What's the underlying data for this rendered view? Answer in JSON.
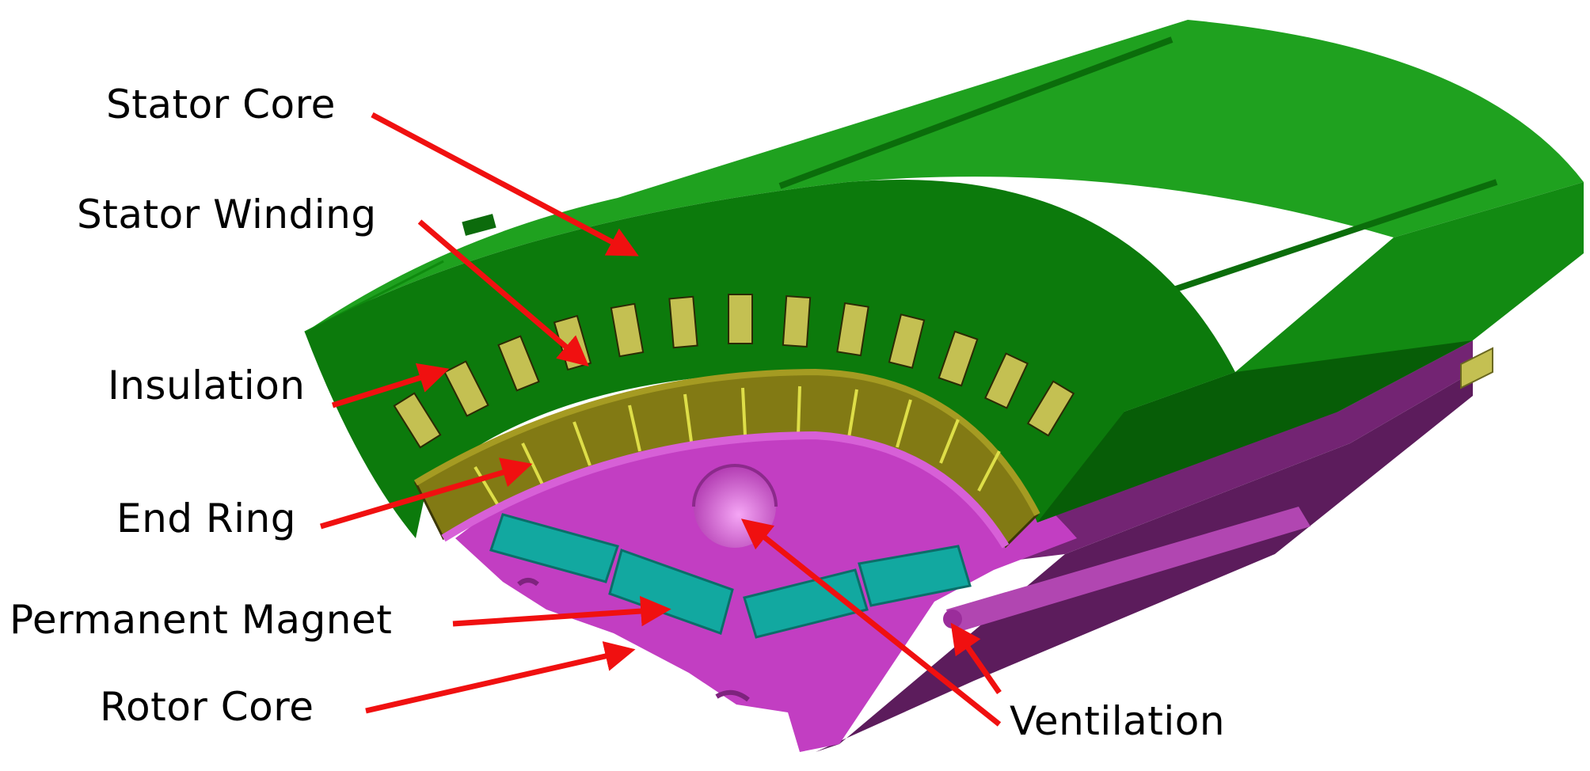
{
  "labels": {
    "stator_core": "Stator Core",
    "stator_winding": "Stator Winding",
    "insulation": "Insulation",
    "end_ring": "End Ring",
    "permanent_magnet": "Permanent Magnet",
    "rotor_core": "Rotor Core",
    "ventilation": "Ventilation"
  },
  "colors": {
    "stator_core_light": "#1fa11f",
    "stator_core_face": "#0c7a0c",
    "stator_core_dark": "#075d07",
    "stator_winding": "#c4c052",
    "end_ring": "#827a14",
    "end_ring_bar": "#dede48",
    "rotor_core": "#c23ec2",
    "rotor_core_dark": "#8a2f8a",
    "rotor_core_side": "#5c1c5c",
    "permanent_magnet": "#12a8a0",
    "ventilation_hole": "#e07ae0",
    "arrow": "#f01010",
    "label_text": "#000000"
  }
}
